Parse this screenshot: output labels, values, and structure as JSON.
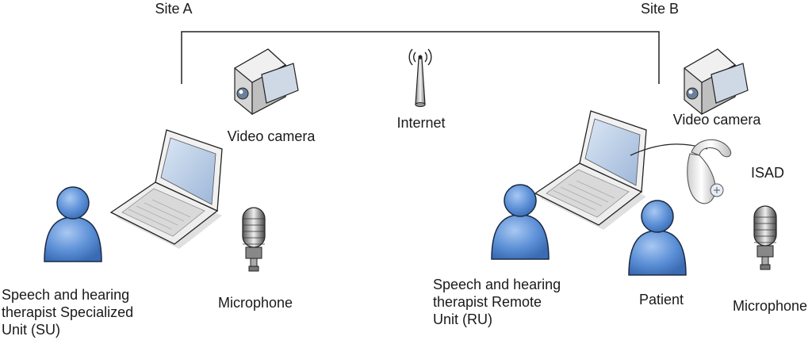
{
  "labels": {
    "site_a": "Site A",
    "site_b": "Site B",
    "internet": "Internet",
    "video_camera_a": "Video camera",
    "video_camera_b": "Video camera",
    "microphone_a": "Microphone",
    "microphone_b": "Microphone",
    "isad": "ISAD",
    "patient": "Patient",
    "therapist_su": "Speech and hearing\ntherapist Specialized\nUnit (SU)",
    "therapist_ru": "Speech and hearing\ntherapist Remote\nUnit (RU)"
  },
  "colors": {
    "person_fill": "#5b8fd6",
    "person_stroke": "#1b2a44",
    "laptop_body": "#eeeeee",
    "laptop_screen": "#b9cde6",
    "line": "#222222"
  }
}
